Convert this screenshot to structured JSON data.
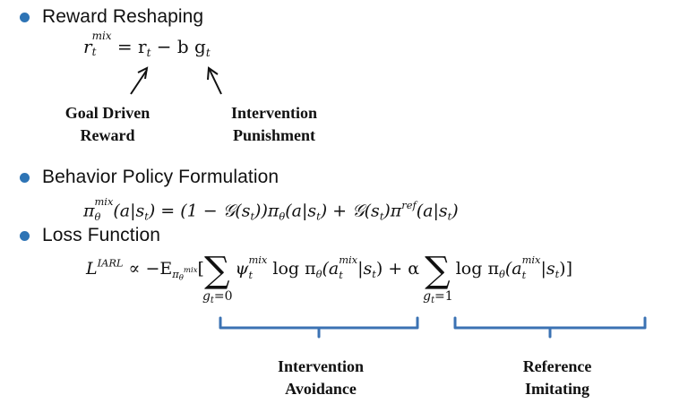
{
  "bullets": [
    {
      "label": "Reward Reshaping"
    },
    {
      "label": "Behavior Policy Formulation"
    },
    {
      "label": "Loss Function"
    }
  ],
  "labels": {
    "goal_driven_line1": "Goal Driven",
    "goal_driven_line2": "Reward",
    "intervention_punishment_line1": "Intervention",
    "intervention_punishment_line2": "Punishment",
    "intervention_avoidance_line1": "Intervention",
    "intervention_avoidance_line2": "Avoidance",
    "reference_imitating_line1": "Reference",
    "reference_imitating_line2": "Imitating"
  },
  "equations": {
    "reward": {
      "r": "r",
      "mix": "mix",
      "t": "t",
      "rhs": "= r",
      "minus": "− b g"
    },
    "policy": {
      "pi": "π",
      "mix": "mix",
      "theta": "θ",
      "body1": "(a|s",
      "body2": ") = (1 − 𝒢(s",
      "body3": "))π",
      "body4": "(a|s",
      "body5": ") + 𝒢(s",
      "body6": ")π",
      "ref": "ref",
      "body7": "(a|s",
      "body8": ")"
    },
    "loss": {
      "L": "L",
      "iarl": "IARL",
      "prop": "∝ −E",
      "pi_sub": "π",
      "mix": "mix",
      "theta": "θ",
      "bracket_open": "[",
      "sum": "∑",
      "sum_sub_1": "g",
      "sum_sub_1_rest": "=0",
      "psi": "ψ",
      "log": "log π",
      "paren_a": "(a",
      "bar_s": "|s",
      "close_paren": ")",
      "plus_alpha": "+ α",
      "sum_sub_2_rest": "=1",
      "bracket_close": ")]"
    }
  },
  "colors": {
    "bullet": "#2e74b5",
    "brace": "#3b72b3",
    "text": "#111111"
  }
}
